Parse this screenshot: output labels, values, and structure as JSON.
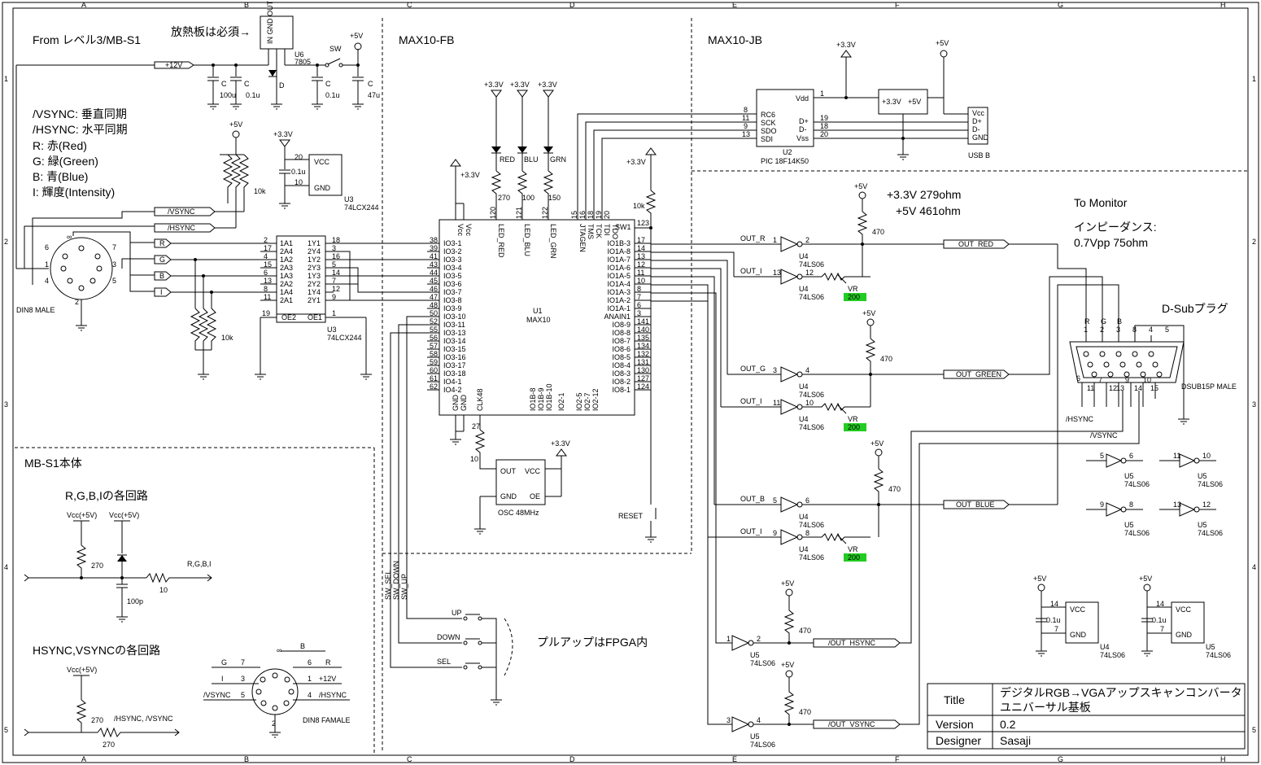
{
  "frame": {
    "col_labels": [
      "A",
      "B",
      "C",
      "D",
      "E",
      "F",
      "G",
      "H"
    ],
    "row_labels": [
      "1",
      "2",
      "3",
      "4",
      "5"
    ]
  },
  "sections": {
    "from_level3": "From レベル3/MB-S1",
    "heatsink_note": "放熱板は必須→",
    "max10_fb": "MAX10-FB",
    "max10_jb": "MAX10-JB",
    "mbs1_body": "MB-S1本体",
    "rgbi_circuit": "R,G,B,Iの各回路",
    "sync_circuit": "HSYNC,VSYNCの各回路",
    "pullup_note": "プルアップはFPGA内"
  },
  "legend": {
    "vsync": "/VSYNC: 垂直同期",
    "hsync": "/HSYNC: 水平同期",
    "r": "R: 赤(Red)",
    "g": "G: 緑(Green)",
    "b": "B: 青(Blue)",
    "i": "I: 輝度(Intensity)"
  },
  "monitor": {
    "title": "To Monitor",
    "impedance": "インピーダンス:",
    "impedance_val": "0.7Vpp 75ohm",
    "dsub": "D-Subプラグ",
    "res_note1": "+3.3V 279ohm",
    "res_note2": "+5V 461ohm"
  },
  "nets": {
    "p12v": "+12V",
    "vsync": "/VSYNC",
    "hsync": "/HSYNC",
    "r": "R",
    "g": "G",
    "b": "B",
    "i": "I",
    "out_red": "OUT_RED",
    "out_green": "OUT_GREEN",
    "out_blue": "OUT_BLUE",
    "out_hsync": "/OUT_HSYNC",
    "out_vsync": "/OUT_VSYNC",
    "out_r": "OUT_R",
    "out_g": "OUT_G",
    "out_b": "OUT_B",
    "out_i": "OUT_I",
    "p33": "+3.3V",
    "p5": "+5V",
    "vcc5": "Vcc(+5V)",
    "rgbi": "R,G,B,I",
    "hvsync": "/HSYNC, /VSYNC",
    "sw_sel": "SW_SEL",
    "sw_down": "SW_DOWN",
    "sw_up": "SW_UP"
  },
  "parts": {
    "u6_name": "U6",
    "u6_val": "7805",
    "u6_pins": "IN GND OUT",
    "sw": "SW",
    "d": "D",
    "c": "C",
    "c100u": "100u",
    "c01u": "0.1u",
    "c47u": "47u",
    "c100p": "100p",
    "r10k": "10k",
    "r270": "270",
    "r100": "100",
    "r150": "150",
    "r27": "27",
    "r10": "10",
    "r470": "470",
    "din8": "DIN8 MALE",
    "din8f": "DIN8 FAMALE",
    "u3": "U3",
    "u3_val": "74LCX244",
    "u1": "U1",
    "u1_val": "MAX10",
    "sw1": "SW1",
    "u2": "U2",
    "u2_val": "PIC 18F14K50",
    "usb": "USB B",
    "osc": "OSC 48MHz",
    "reset": "RESET",
    "up": "UP",
    "down": "DOWN",
    "sel": "SEL",
    "u4": "U4",
    "u4_val": "74LS06",
    "u5": "U5",
    "u5_val": "74LS06",
    "vr": "VR",
    "vr_val": "200",
    "dsub15": "DSUB15P MALE",
    "vcc": "VCC",
    "gnd": "GND",
    "out": "OUT",
    "oe": "OE",
    "vdd": "Vdd",
    "vss": "Vss",
    "led_red": "RED",
    "led_blu": "BLU",
    "led_grn": "GRN",
    "reg_33": "+3.3V",
    "reg_5": "+5V"
  },
  "u3_pins": {
    "left": [
      "1A1",
      "2A4",
      "1A2",
      "2A3",
      "1A3",
      "2A2",
      "1A4",
      "2A1"
    ],
    "right": [
      "1Y1",
      "2Y4",
      "1Y2",
      "2Y3",
      "1Y3",
      "2Y2",
      "1Y4",
      "2Y1"
    ],
    "left_num": [
      "2",
      "17",
      "4",
      "15",
      "6",
      "13",
      "8",
      "11"
    ],
    "right_num": [
      "18",
      "3",
      "16",
      "5",
      "14",
      "7",
      "12",
      "9"
    ],
    "oe2": "OE2",
    "oe1": "OE1"
  },
  "u1_pins": {
    "left": [
      "IO3-1",
      "IO3-2",
      "IO3-3",
      "IO3-4",
      "IO3-5",
      "IO3-6",
      "IO3-7",
      "IO3-8",
      "IO3-9",
      "IO3-10",
      "IO3-11",
      "IO3-13",
      "IO3-14",
      "IO3-15",
      "IO3-16",
      "IO3-17",
      "IO3-18",
      "IO4-1",
      "IO4-2"
    ],
    "left_num": [
      "38",
      "39",
      "41",
      "43",
      "44",
      "45",
      "46",
      "47",
      "48",
      "50",
      "52",
      "55",
      "56",
      "57",
      "58",
      "59",
      "60",
      "61",
      "62"
    ],
    "right": [
      "IO1B-3",
      "IO1A-8",
      "IO1A-7",
      "IO1A-6",
      "IO1A-5",
      "IO1A-4",
      "IO1A-3",
      "IO1A-2",
      "IO1A-1",
      "ANAIN1",
      "IO8-9",
      "IO8-8",
      "IO8-7",
      "IO8-6",
      "IO8-5",
      "IO8-4",
      "IO8-3",
      "IO8-2",
      "IO8-1"
    ],
    "right_num": [
      "17",
      "14",
      "13",
      "12",
      "11",
      "10",
      "8",
      "7",
      "6",
      "3",
      "141",
      "140",
      "135",
      "134",
      "132",
      "131",
      "130",
      "127",
      "124"
    ],
    "top": [
      "Vcc",
      "Vcc",
      "LED_RED",
      "LED_BLU",
      "LED_GRN",
      "JTAGEN",
      "TMS",
      "TCK",
      "TDI",
      "TDO"
    ],
    "top_num": [
      "",
      "",
      "120",
      "121",
      "122",
      "15",
      "16",
      "18",
      "19",
      "20"
    ],
    "bottom": [
      "GND",
      "GND",
      "CLK48",
      "IO1B-8",
      "IO1B-9",
      "IO1B-10",
      "IO2-1",
      "IO2-5",
      "IO2-7",
      "IO2-12"
    ],
    "pin_123": "123"
  },
  "u2_pins": {
    "left": [
      "RC6",
      "SCK",
      "SDO",
      "SDI"
    ],
    "left_num": [
      "8",
      "11",
      "9",
      "13"
    ],
    "right": [
      "D+",
      "D-"
    ],
    "right_num": [
      "19",
      "18",
      "20"
    ],
    "vdd_num": "1"
  },
  "usb_pins": [
    "Vcc",
    "D+",
    "D-",
    "GND"
  ],
  "dsub_pins": {
    "top": [
      "1",
      "2",
      "3",
      "8",
      "4",
      "5"
    ],
    "top_label": [
      "R",
      "G",
      "B"
    ],
    "bottom": [
      "6",
      "11",
      "7",
      "12",
      "13",
      "9",
      "14",
      "10",
      "15"
    ]
  },
  "din_pins": {
    "male": [
      "6",
      "7",
      "1",
      "3",
      "4",
      "5",
      "2",
      "∞"
    ],
    "female_left": [
      "G",
      "I",
      "/VSYNC"
    ],
    "female_left_num": [
      "7",
      "3",
      "5"
    ],
    "female_right": [
      "R",
      "+12V",
      "/HSYNC"
    ],
    "female_right_num": [
      "6",
      "1",
      "4"
    ],
    "female_top": "B"
  },
  "inverters": {
    "u4a": [
      "1",
      "2"
    ],
    "u4b": [
      "13",
      "12"
    ],
    "u4c": [
      "3",
      "4"
    ],
    "u4d": [
      "11",
      "10"
    ],
    "u4e": [
      "5",
      "6"
    ],
    "u4f": [
      "9",
      "8"
    ],
    "u5a": [
      "1",
      "2"
    ],
    "u5b": [
      "3",
      "4"
    ],
    "u5c": [
      "5",
      "6"
    ],
    "u5d": [
      "11",
      "10"
    ],
    "u5e": [
      "9",
      "8"
    ],
    "u5f": [
      "13",
      "12"
    ],
    "vcc_pin": "14",
    "gnd_pin": "7"
  },
  "titleblock": {
    "title_label": "Title",
    "title_line1": "デジタルRGB→VGAアップスキャンコンバータ",
    "title_line2": "ユニバーサル基板",
    "version_label": "Version",
    "version": "0.2",
    "designer_label": "Designer",
    "designer": "Sasaji"
  },
  "colors": {
    "vr_marker": "#22cc22"
  }
}
